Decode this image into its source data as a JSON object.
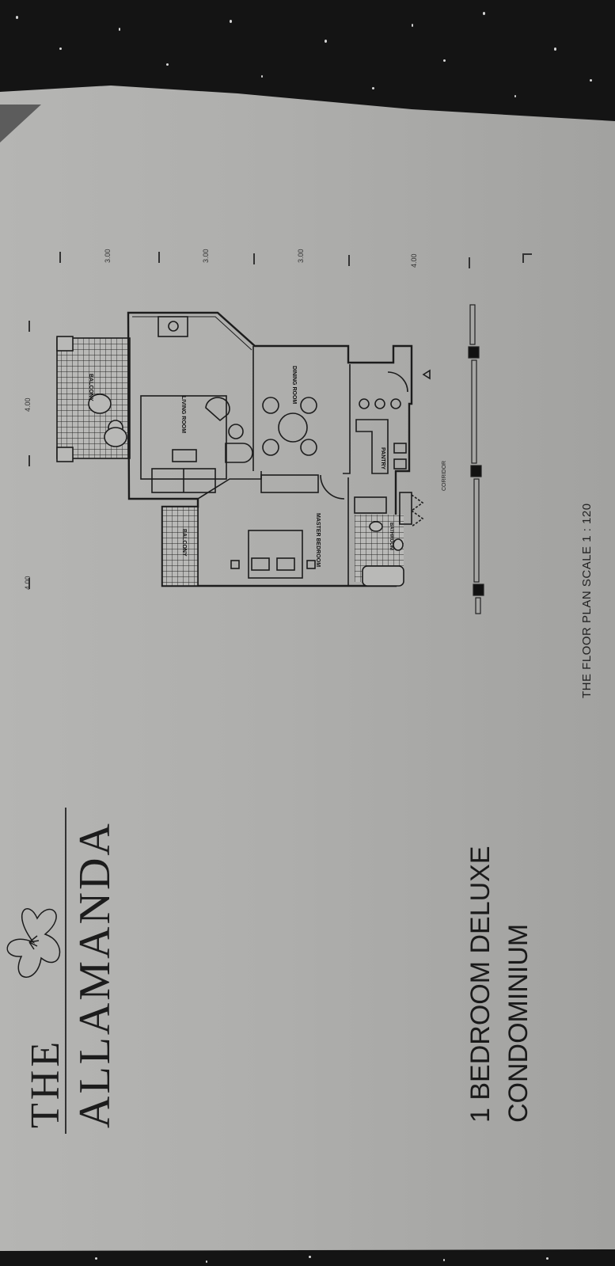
{
  "brochure": {
    "brand": {
      "prefix": "THE",
      "name": "ALLAMANDA",
      "logo_icon": "allamanda-flower-icon"
    },
    "unit_title": {
      "line1": "1 BEDROOM DELUXE",
      "line2": "CONDOMINIUM"
    },
    "scale_caption": "THE FLOOR PLAN SCALE 1 : 120"
  },
  "floor_plan": {
    "rooms": [
      {
        "id": "balcony-1",
        "label": "BALCONY"
      },
      {
        "id": "living-room",
        "label": "LIVING ROOM"
      },
      {
        "id": "dining-room",
        "label": "DINING ROOM"
      },
      {
        "id": "pantry",
        "label": "PANTRY"
      },
      {
        "id": "balcony-2",
        "label": "BALCONY"
      },
      {
        "id": "master-bedroom",
        "label": "MASTER BEDROOM"
      },
      {
        "id": "bathroom",
        "label": "BATHROOM"
      }
    ],
    "corridor_label": "CORRIDOR",
    "dimensions_top": [
      "3.00",
      "3.00",
      "3.00",
      "4.00"
    ],
    "dimensions_side": [
      "4.00",
      "4.00"
    ]
  },
  "colors": {
    "paper": "#aeaeac",
    "ink": "#1c1c1c",
    "background": "#141414"
  }
}
